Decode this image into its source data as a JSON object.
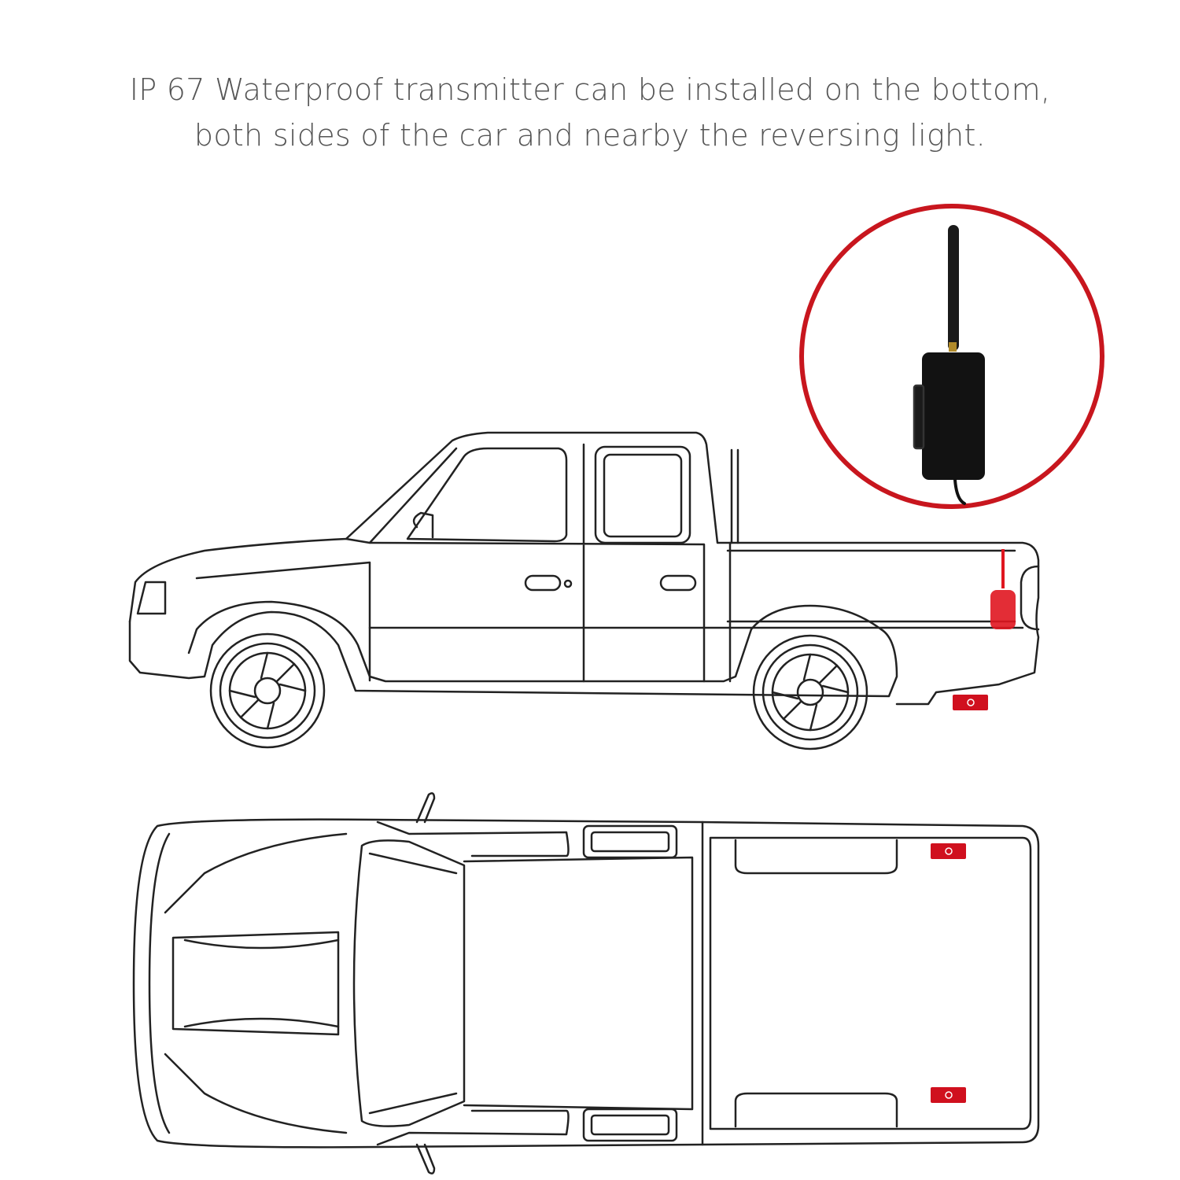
{
  "caption": {
    "line1": "IP 67 Waterproof transmitter can be installed on the bottom,",
    "line2": "both sides of the car and nearby the reversing light."
  },
  "colors": {
    "accent": "#d0101e",
    "line": "#222222",
    "text": "#555555",
    "device": "#111111"
  },
  "markers": [
    {
      "id": "side-view-reversing-light",
      "icon": "transmitter-icon"
    },
    {
      "id": "side-view-bottom",
      "icon": "transmitter-marker-icon"
    },
    {
      "id": "top-view-side-upper",
      "icon": "transmitter-marker-icon"
    },
    {
      "id": "top-view-side-lower",
      "icon": "transmitter-marker-icon"
    }
  ]
}
